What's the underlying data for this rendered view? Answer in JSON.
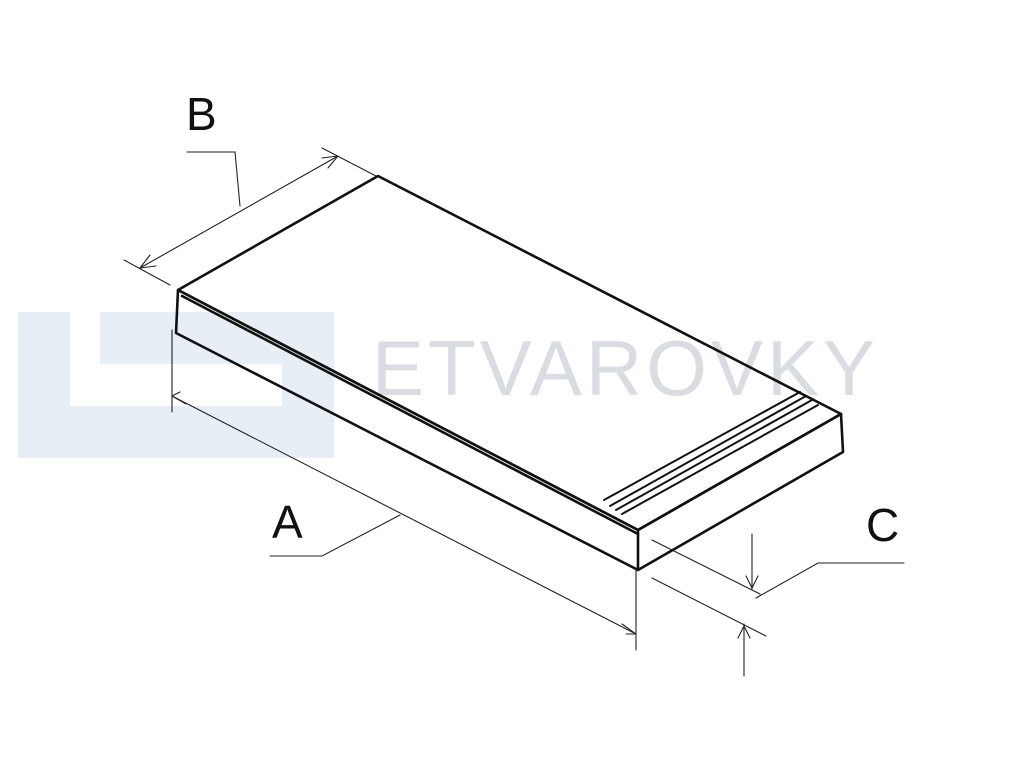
{
  "watermark": {
    "text": "ETVAROVKY"
  },
  "dimensions": {
    "a": {
      "label": "A"
    },
    "b": {
      "label": "B"
    },
    "c": {
      "label": "C"
    }
  },
  "colors": {
    "line": "#111111",
    "watermark_text": "#d9dde2",
    "watermark_logo": "#e8eef6"
  }
}
